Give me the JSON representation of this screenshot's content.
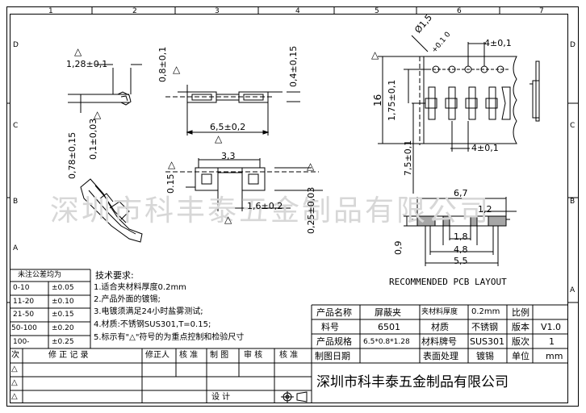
{
  "grid": {
    "columns": [
      "1",
      "2",
      "3",
      "4",
      "5",
      "6",
      "7"
    ],
    "rows": [
      "D",
      "C",
      "B",
      "A"
    ]
  },
  "dims": {
    "d_128": "1,28±0,1",
    "d_08": "0,8±0,1",
    "d_04": "0,4±0,15",
    "d_078": "0,78±0,15",
    "d_01": "0,1±0,03",
    "d_65": "6,5±0,2",
    "d_33": "3,3",
    "d_015": "0.15",
    "d_16": "1,6±0,2",
    "d_025": "0,25±0,03",
    "tri": "△"
  },
  "pcb": {
    "hole": "Ø1,5",
    "hole_tol": "+0.1 0",
    "pitch_top": "4±0,1",
    "pitch_bottom": "4±0,1",
    "d_16": "16",
    "d_175": "1,75±0,1",
    "d_75": "7,5±0,1",
    "layout_67": "6,7",
    "layout_12": "1,2",
    "layout_18": "1,8",
    "layout_48": "4,8",
    "layout_55": "5,5",
    "layout_09": "0,9",
    "layout_title": "RECOMMENDED PCB LAYOUT"
  },
  "tolerance": {
    "header": "未注公差均为",
    "rows": [
      [
        "0-10",
        "±0.05"
      ],
      [
        "11-20",
        "±0.10"
      ],
      [
        "21-50",
        "±0.15"
      ],
      [
        "50-100",
        "±0.20"
      ],
      [
        "100-",
        "±0.25"
      ]
    ]
  },
  "tech": {
    "title": "技术要求:",
    "items": [
      "1.适合夹材料厚度0.2mm",
      "2.产品外面的镀锡;",
      "3.电镀须满足24小时盐雾测试;",
      "4.材质:不锈钢SUS301,T=0.15;",
      "5.标示有\"△\"符号的为重点控制和检验尺寸"
    ]
  },
  "titleblock": {
    "name_label": "产品名称",
    "name_value": "屏蔽夹",
    "clip_thick_label": "夹材料厚度",
    "clip_thick_value": "0.2mm",
    "scale_label": "比例",
    "part_label": "料号",
    "part_value": "6501",
    "material_label": "材质",
    "material_value": "不锈钢",
    "version_label": "版本",
    "version_value": "V1.0",
    "spec_label": "产品规格",
    "spec_value": "6.5*0.8*1.28",
    "grade_label": "材料牌号",
    "grade_value": "SUS301",
    "rev_label": "版次",
    "rev_value": "1",
    "date_label": "制图日期",
    "surface_label": "表面处理",
    "surface_value": "镀锡",
    "unit_label": "单位",
    "unit_value": "mm",
    "company": "深圳市科丰泰五金制品有限公司"
  },
  "revision": {
    "col_idx": "次",
    "col_record": "修 正 记 录",
    "col_fixer": "修正人",
    "col_check": "核 准",
    "col_draw": "制 图",
    "col_review": "审 核",
    "col_approve": "核 准",
    "marks": [
      "△",
      "△",
      "△"
    ],
    "design": "设 计"
  },
  "watermark": "深圳市科丰泰五金制品有限公司"
}
